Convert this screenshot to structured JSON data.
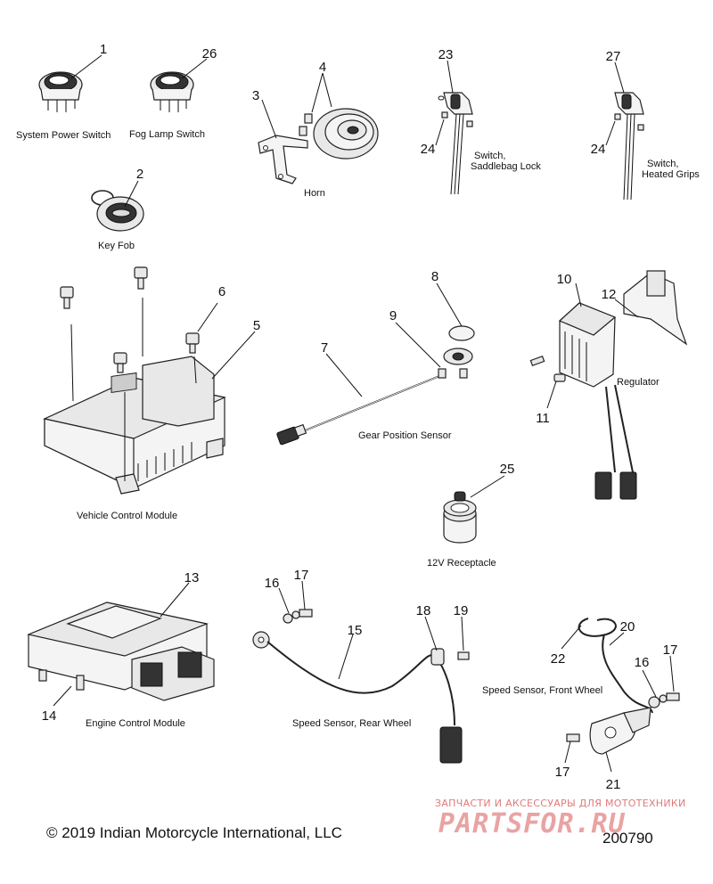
{
  "callouts": [
    {
      "n": "1"
    },
    {
      "n": "26"
    },
    {
      "n": "2"
    },
    {
      "n": "3"
    },
    {
      "n": "4"
    },
    {
      "n": "23"
    },
    {
      "n": "24"
    },
    {
      "n": "27"
    },
    {
      "n": "24"
    },
    {
      "n": "6"
    },
    {
      "n": "5"
    },
    {
      "n": "8"
    },
    {
      "n": "9"
    },
    {
      "n": "7"
    },
    {
      "n": "10"
    },
    {
      "n": "12"
    },
    {
      "n": "11"
    },
    {
      "n": "25"
    },
    {
      "n": "13"
    },
    {
      "n": "14"
    },
    {
      "n": "16"
    },
    {
      "n": "17"
    },
    {
      "n": "15"
    },
    {
      "n": "18"
    },
    {
      "n": "19"
    },
    {
      "n": "20"
    },
    {
      "n": "22"
    },
    {
      "n": "17"
    },
    {
      "n": "16"
    },
    {
      "n": "17"
    },
    {
      "n": "21"
    }
  ],
  "captions": {
    "system_power_switch": "System Power Switch",
    "fog_lamp_switch": "Fog Lamp Switch",
    "key_fob": "Key Fob",
    "horn": "Horn",
    "switch_saddlebag_1": "Switch,",
    "switch_saddlebag_2": "Saddlebag Lock",
    "switch_grips_1": "Switch,",
    "switch_grips_2": "Heated Grips",
    "vehicle_control_module": "Vehicle Control Module",
    "gear_position_sensor": "Gear Position Sensor",
    "regulator": "Regulator",
    "receptacle_12v": "12V Receptacle",
    "engine_control_module": "Engine Control Module",
    "speed_sensor_rear": "Speed Sensor, Rear Wheel",
    "speed_sensor_front": "Speed Sensor, Front Wheel"
  },
  "footer": {
    "copyright": "© 2019 Indian Motorcycle International, LLC",
    "diagram_id": "200790"
  },
  "watermark": {
    "line": "ЗАПЧАСТИ И АКСЕССУАРЫ ДЛЯ МОТОТЕХНИКИ",
    "logo": "PARTSFOR.RU"
  },
  "colors": {
    "line": "#111111",
    "watermark": "#e07a7a"
  }
}
